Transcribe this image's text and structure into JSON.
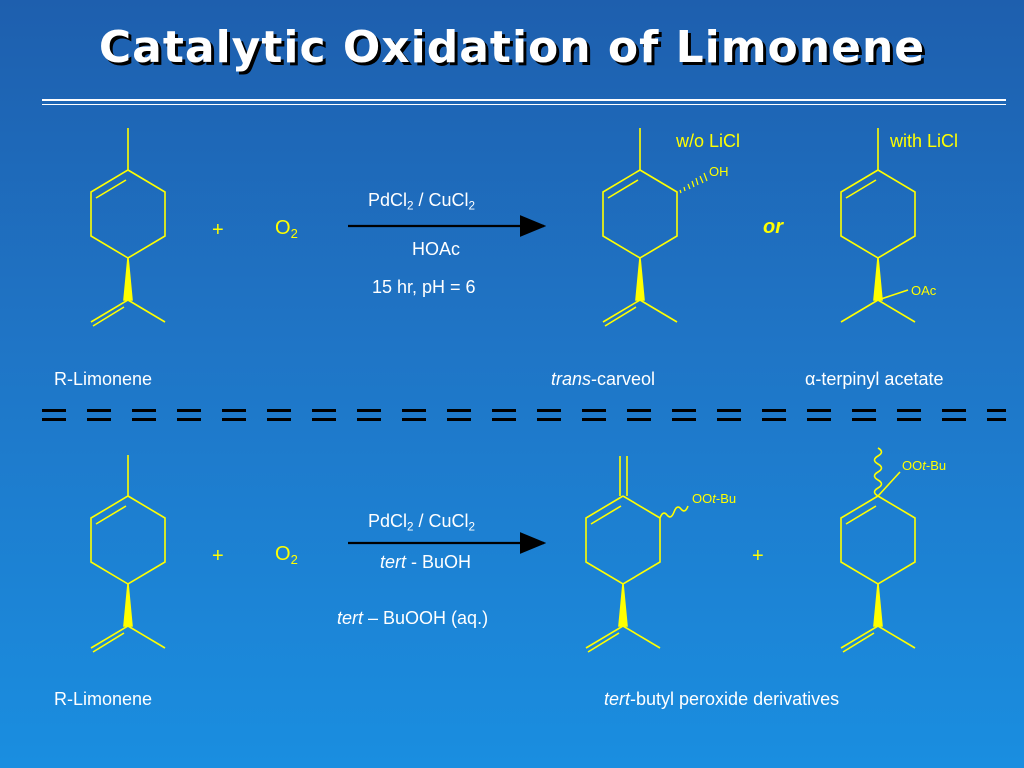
{
  "title": "Catalytic Oxidation of Limonene",
  "top": {
    "plus": "+",
    "o2": "O",
    "o2_sub": "2",
    "reagent_line1_a": "PdCl",
    "reagent_line1_a_sub": "2",
    "reagent_line1_sep": " / CuCl",
    "reagent_line1_b_sub": "2",
    "solvent": "HOAc",
    "conditions": "15 hr, pH = 6",
    "wo_licl": "w/o LiCl",
    "with_licl": "with LiCl",
    "or": "or",
    "oh": "OH",
    "oac": "OAc",
    "label_reactant": "R-Limonene",
    "label_product1_italic": "trans",
    "label_product1_rest": "-carveol",
    "label_product2_greek": "α",
    "label_product2_rest": "-terpinyl acetate"
  },
  "bottom": {
    "plus": "+",
    "o2": "O",
    "o2_sub": "2",
    "reagent_line1_a": "PdCl",
    "reagent_line1_a_sub": "2",
    "reagent_line1_sep": " / CuCl",
    "reagent_line1_b_sub": "2",
    "solvent_italic": "tert",
    "solvent_rest": " - BuOH",
    "oxidant_italic": "tert",
    "oxidant_rest": " – BuOOH (aq.)",
    "product_plus": "+",
    "oot_1_a": "OO",
    "oot_1_b": "t",
    "oot_1_c": "-Bu",
    "oot_2_a": "OO",
    "oot_2_b": "t",
    "oot_2_c": "-Bu",
    "label_reactant": "R-Limonene",
    "label_products_italic": "tert",
    "label_products_rest": "-butyl peroxide derivatives"
  },
  "colors": {
    "background_top": "#1e5fae",
    "background_bottom": "#1a8ee0",
    "text": "#ffffff",
    "structure": "#ffff00",
    "arrow": "#000000"
  }
}
